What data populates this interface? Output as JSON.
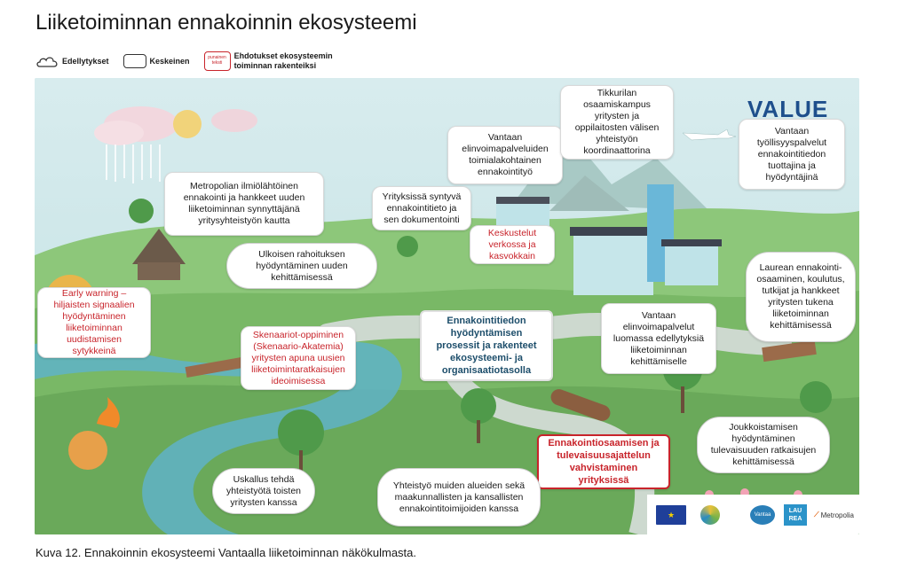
{
  "title": "Liiketoiminnan ennakoinnin ekosysteemi",
  "legend": {
    "prerequisites": "Edellytykset",
    "central": "Keskeinen",
    "proposal_icon_text": "punainen teksti",
    "proposals": "Ehdotukset ekosysteemin toiminnan rakenteiksi"
  },
  "brand_logo": "VALUE",
  "notes": {
    "metropolia": "Metropolian ilmiölähtöinen ennakointi ja hankkeet uuden liiketoiminnan synnyttäjänä yritysyhteistyön kautta",
    "vantaa_toimiala": "Vantaan elinvoimapalveluiden toimialakohtainen ennakointityö",
    "tikkurila": "Tikkurilan osaamiskampus yritysten ja oppilaitosten välisen yhteistyön koordinaattorina",
    "tyollisyys": "Vantaan työllisyyspalvelut ennakointitiedon tuottajina ja hyödyntäjinä",
    "yrityksissa": "Yrityksissä syntyvä ennakointitieto ja sen dokumentointi",
    "keskustelut": "Keskustelut verkossa ja kasvokkain",
    "ulkoinen": "Ulkoisen rahoituksen hyödyntäminen uuden kehittämisessä",
    "early_warning": "Early warning – hiljaisten signaalien hyödyntäminen liiketoiminnan uudistamisen sytykkeinä",
    "laurea": "Laurean ennakointi-osaaminen, koulutus, tutkijat ja hankkeet yritysten tukena liiketoiminnan kehittämisessä",
    "hyodyntamisen": "Ennakointitiedon hyödyntämisen prosessit ja rakenteet ekosysteemi- ja organisaatiotasolla",
    "skenaariot": "Skenaariot-oppiminen (Skenaario-Akatemia) yritysten apuna uusien liiketoimintaratkaisujen ideoimisessa",
    "elinvoima": "Vantaan elinvoimapalvelut luomassa edellytyksiä liiketoiminnan kehittämiselle",
    "joukkoistaminen": "Joukkoistamisen hyödyntäminen tulevaisuuden ratkaisujen kehittämisessä",
    "osaamisen": "Ennakointiosaamisen ja tulevaisuusajattelun vahvistaminen yrityksissä",
    "uskallus": "Uskallus tehdä yhteistyötä toisten yritysten kanssa",
    "yhteistyo": "Yhteistyö muiden alueiden sekä maakunnallisten ja kansallisten ennakointitoimijoiden kanssa"
  },
  "partner_logos": {
    "vantaa": "Vantaa",
    "laurea": "LAU REA",
    "metropolia": "Metropolia"
  },
  "caption": "Kuva 12. Ennakoinnin ekosysteemi Vantaalla liiketoiminnan näkökulmasta."
}
